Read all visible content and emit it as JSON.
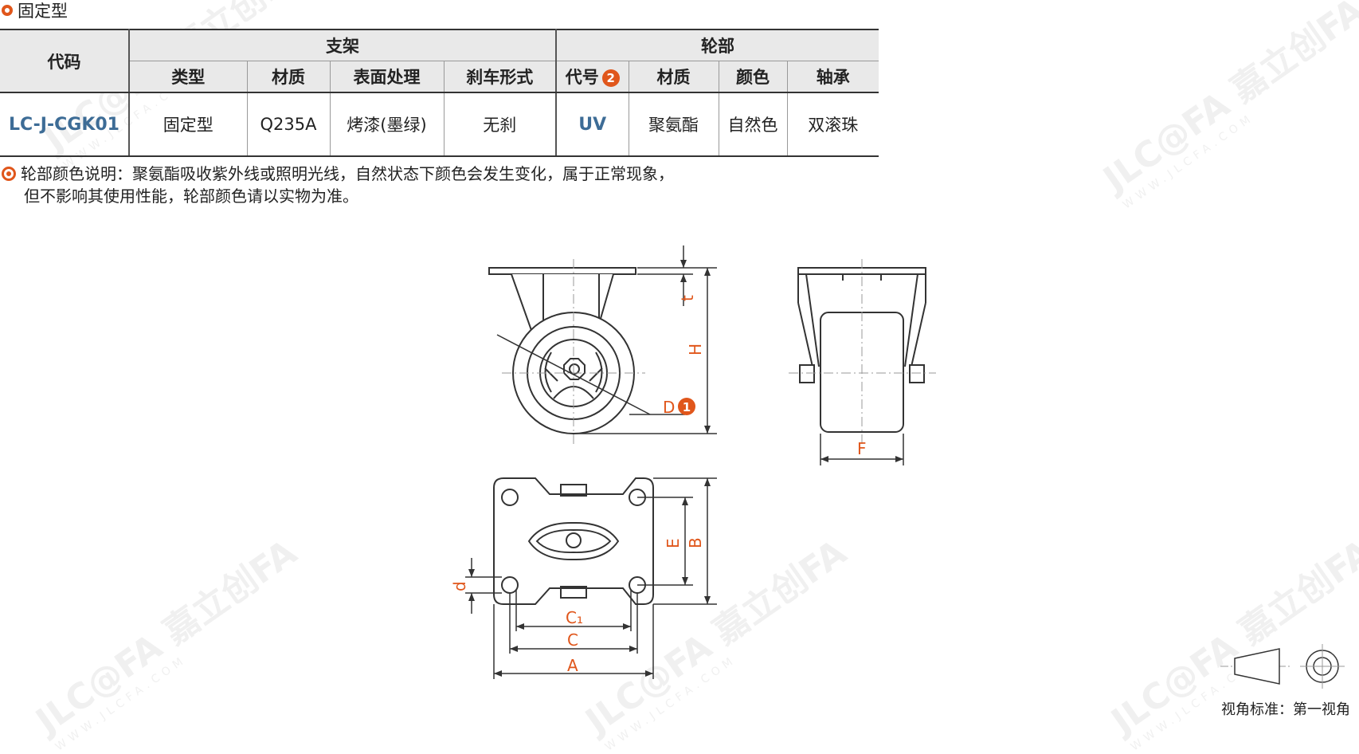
{
  "section": {
    "title": "固定型"
  },
  "table": {
    "header_code": "代码",
    "group_bracket": "支架",
    "group_wheel": "轮部",
    "cols": {
      "type": "类型",
      "material_bracket": "材质",
      "surface": "表面处理",
      "brake": "刹车形式",
      "wheel_code": "代号",
      "wheel_code_badge": "2",
      "material_wheel": "材质",
      "color": "颜色",
      "bearing": "轴承"
    },
    "row": {
      "code": "LC-J-CGK01",
      "type": "固定型",
      "material_bracket": "Q235A",
      "surface": "烤漆(墨绿)",
      "brake": "无刹",
      "wheel_code": "UV",
      "material_wheel": "聚氨酯",
      "color": "自然色",
      "bearing": "双滚珠"
    }
  },
  "note": {
    "line1": "轮部颜色说明：聚氨酯吸收紫外线或照明光线，自然状态下颜色会发生变化，属于正常现象，",
    "line2": "但不影响其使用性能，轮部颜色请以实物为准。"
  },
  "dimensions": {
    "t": "t",
    "H": "H",
    "D": "D",
    "D_badge": "1",
    "F": "F",
    "E": "E",
    "B": "B",
    "d": "d",
    "C1": "C₁",
    "C": "C",
    "A": "A"
  },
  "watermark": {
    "brand": "JLC@FA 嘉立创FA",
    "url": "WWW.JLCFA.COM"
  },
  "projection": {
    "label": "视角标准：第一视角"
  },
  "colors": {
    "accent": "#e0561b",
    "code_blue": "#3d6c96",
    "header_bg": "#e9e9e9"
  }
}
